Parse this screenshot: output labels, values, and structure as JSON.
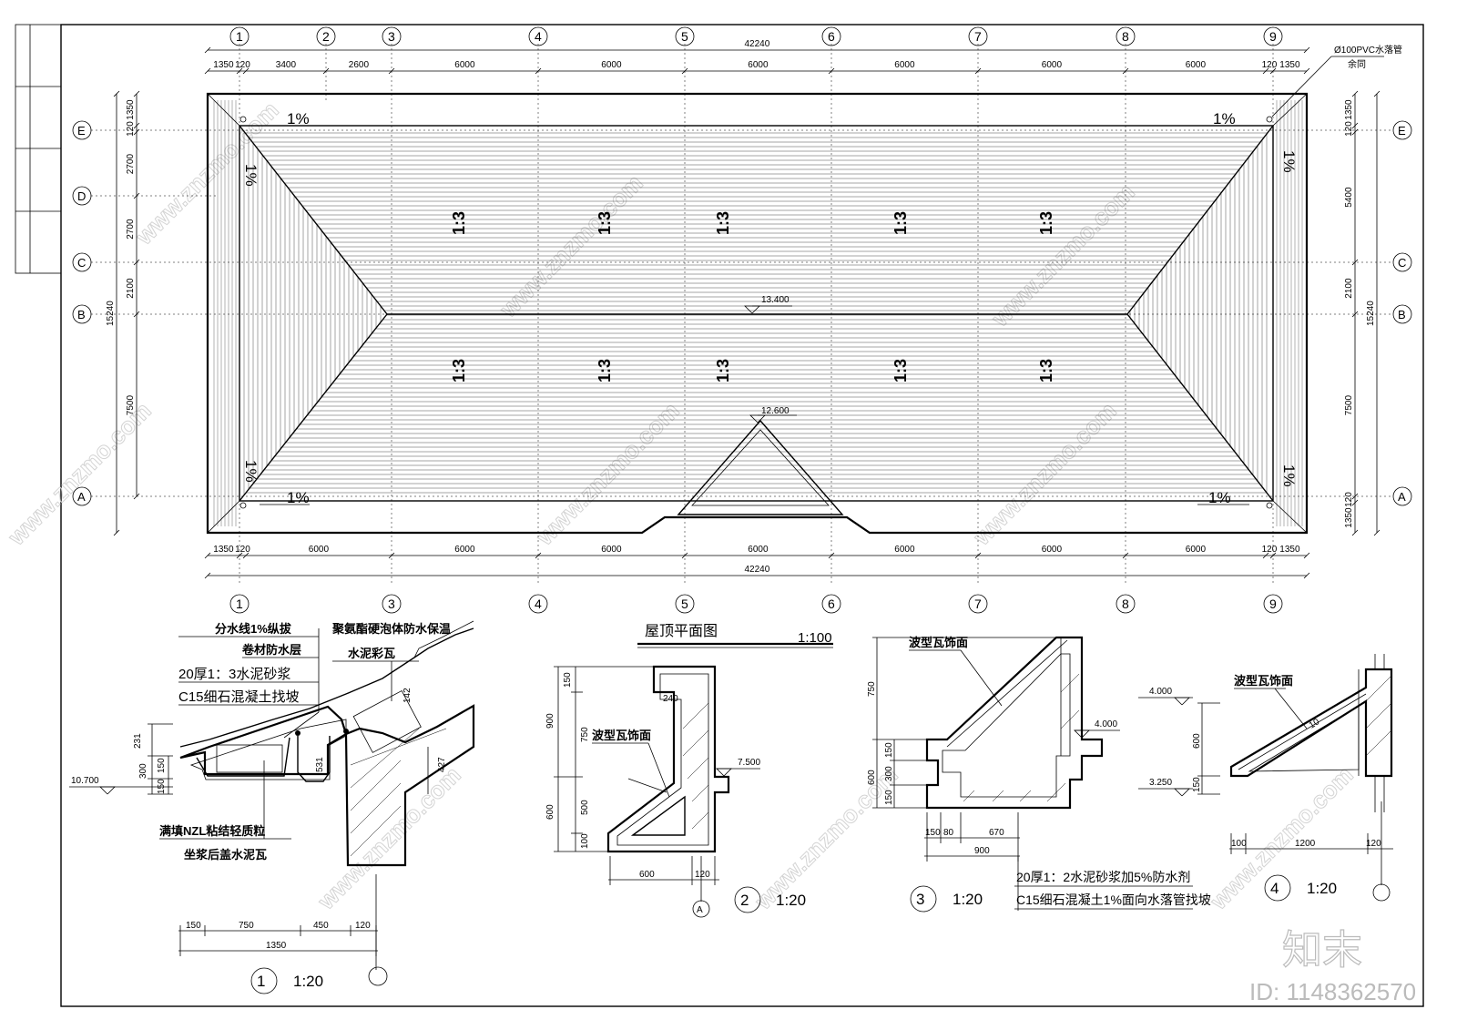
{
  "title_block": {
    "rows": 4
  },
  "axes_top": [
    "1",
    "2",
    "3",
    "4",
    "5",
    "6",
    "7",
    "8",
    "9"
  ],
  "axes_bottom": [
    "1",
    "3",
    "4",
    "5",
    "6",
    "7",
    "8",
    "9"
  ],
  "axes_left": [
    "E",
    "D",
    "C",
    "B",
    "A"
  ],
  "axes_right": [
    "E",
    "C",
    "B",
    "A"
  ],
  "dims_top_total": "42240",
  "dims_top": [
    "1350",
    "120",
    "3400",
    "2600",
    "6000",
    "6000",
    "6000",
    "6000",
    "6000",
    "6000",
    "120",
    "1350"
  ],
  "dims_bottom_total": "42240",
  "dims_bottom": [
    "1350",
    "120",
    "6000",
    "6000",
    "6000",
    "6000",
    "6000",
    "6000",
    "6000",
    "120",
    "1350"
  ],
  "dims_left": [
    "1350",
    "120",
    "2700",
    "2700",
    "2100",
    "7500"
  ],
  "dims_left_total": "15240",
  "dims_right": [
    "1350",
    "120",
    "5400",
    "2100",
    "7500",
    "120",
    "1350"
  ],
  "dims_right_total": "15240",
  "drain_note_line1": "Ø100PVC水落管",
  "drain_note_line2": "余同",
  "slope_1pct": "1%",
  "slope_ratio": "1:3",
  "elev_ridge": "13.400",
  "elev_dormer": "12.600",
  "plan_title": "屋顶平面图",
  "plan_scale": "1:100",
  "detail1": {
    "notes": [
      "分水线1%纵拔",
      "卷材防水层",
      "20厚1：3水泥砂浆",
      "C15细石混凝土找坡"
    ],
    "notes_right": [
      "聚氨酯硬泡体防水保温",
      "水泥彩瓦"
    ],
    "fill_note1": "满填NZL粘结轻质粒",
    "fill_note2": "坐浆后盖水泥瓦",
    "elev": "10.700",
    "dims_v": [
      "231",
      "300",
      "150",
      "150"
    ],
    "dims_in": [
      "142",
      "531",
      "427"
    ],
    "dims_h": [
      "150",
      "750",
      "450",
      "120"
    ],
    "dims_h_total": "1350",
    "num": "1",
    "scale": "1:20"
  },
  "detail2": {
    "dims_v": [
      "150",
      "750",
      "900",
      "500",
      "600",
      "100"
    ],
    "dims_in": "240",
    "label": "波型瓦饰面",
    "elev": "7.500",
    "dims_h": [
      "600",
      "120"
    ],
    "axis": "A",
    "num": "2",
    "scale": "1:20"
  },
  "detail3": {
    "label": "波型瓦饰面",
    "elev": "4.000",
    "dims_v": [
      "750",
      "150",
      "600",
      "300",
      "150"
    ],
    "dims_h": [
      "150",
      "80",
      "670"
    ],
    "dims_h_total": "900",
    "note1": "20厚1：2水泥砂浆加5%防水剂",
    "note2": "C15细石混凝土1%面向水落管找坡",
    "num": "3",
    "scale": "1:20"
  },
  "detail4": {
    "label": "波型瓦饰面",
    "elev_top": "4.000",
    "elev_bot": "3.250",
    "dims_v": [
      "600",
      "150"
    ],
    "dims_in": "10",
    "dims_h": [
      "100",
      "1200",
      "120"
    ],
    "num": "4",
    "scale": "1:20"
  },
  "watermark": "www.znzmo.com",
  "brand": "知末",
  "brand_id": "ID: 1148362570"
}
